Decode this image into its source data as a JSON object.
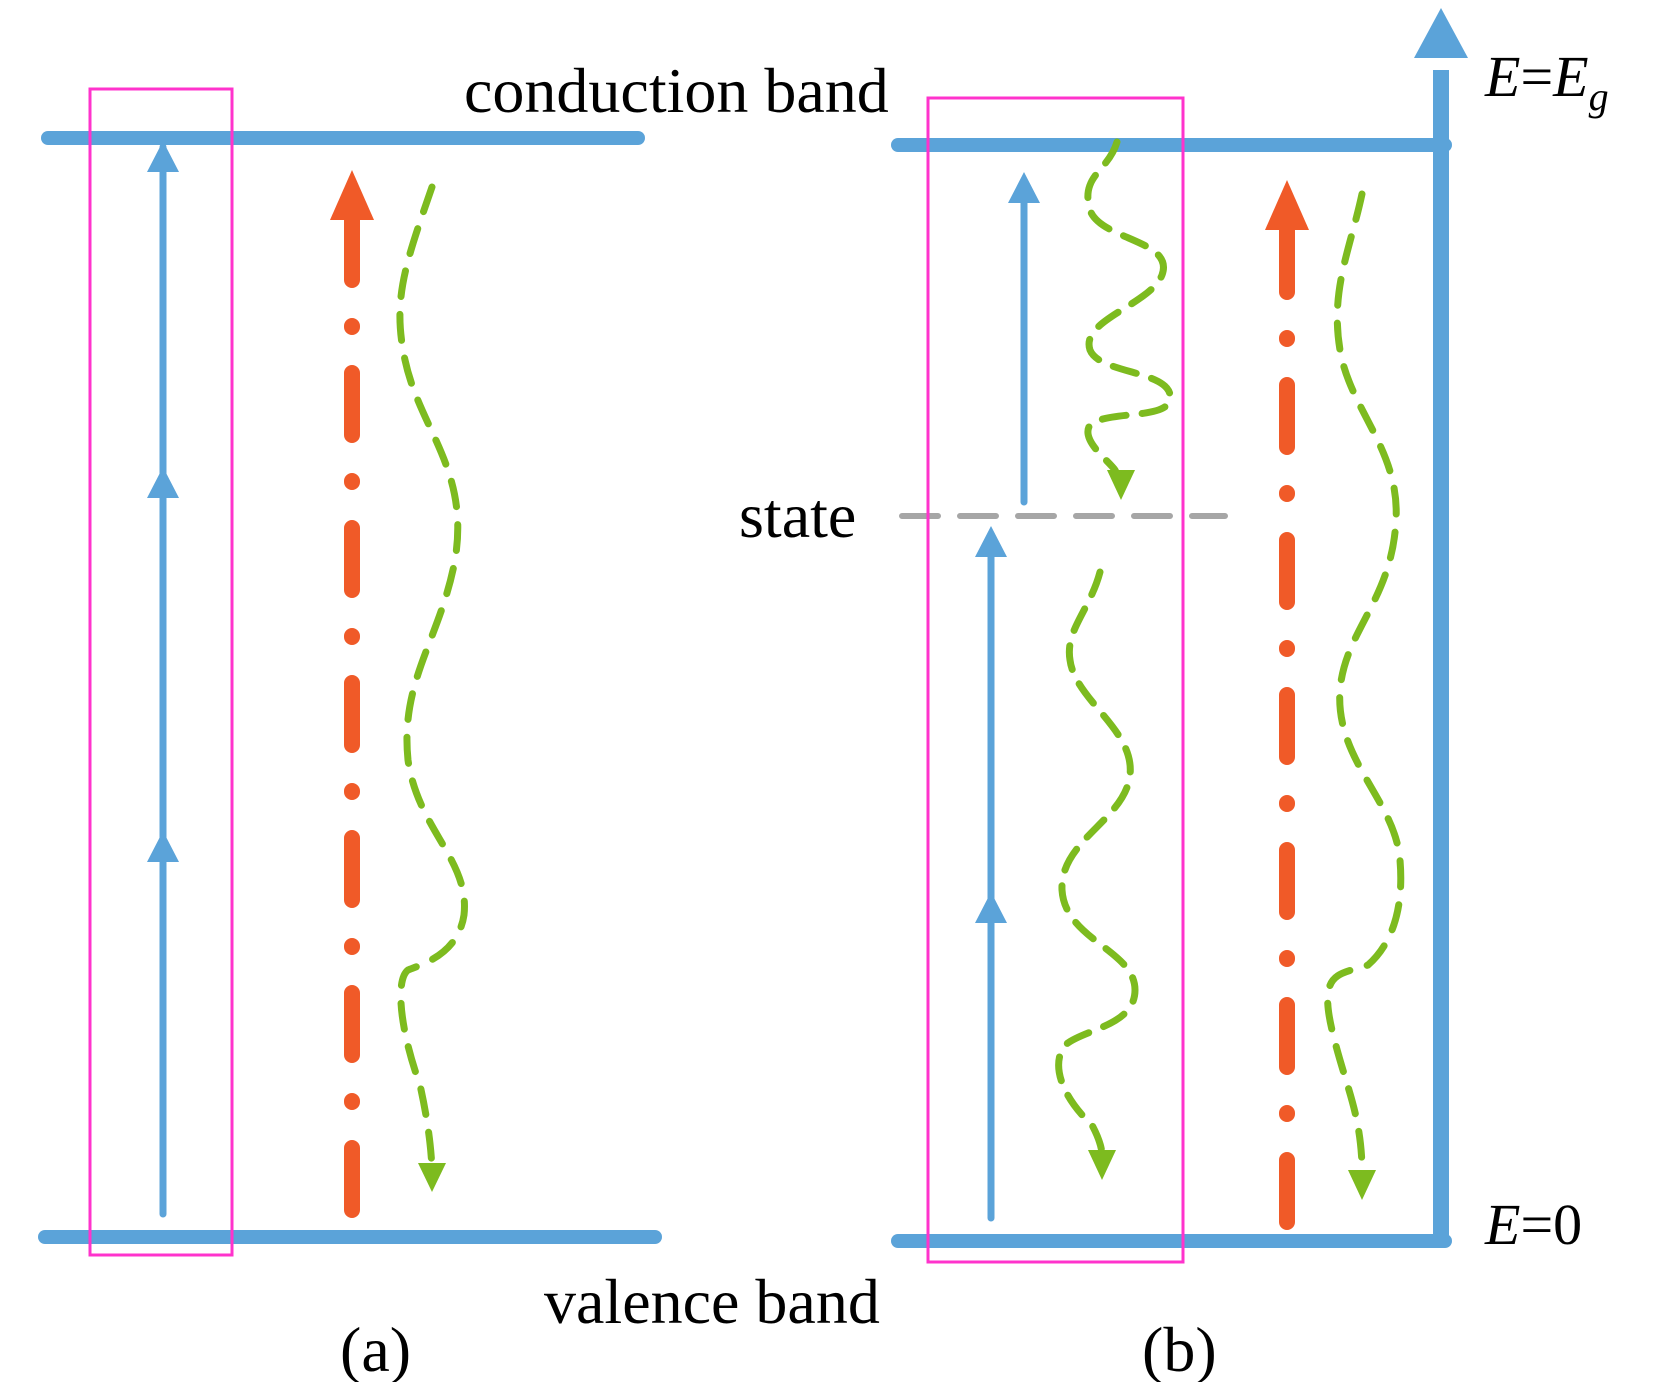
{
  "labels": {
    "conduction_band": "conduction band",
    "valence_band": "valence band",
    "state": "state",
    "panel_a": "(a)",
    "panel_b": "(b)",
    "energy_top_var": "E",
    "energy_top_eq": "=",
    "energy_top_val": "E",
    "energy_top_sub": "g",
    "energy_bottom_var": "E",
    "energy_bottom_eq": "=0"
  },
  "colors": {
    "band": "#5ba3d9",
    "absorption_arrow": "#5ba3d9",
    "emission_arrow": "#f05a28",
    "relaxation_arrow": "#7dbb1f",
    "highlight_box": "#ff33cc",
    "state_line": "#a6a6a6"
  },
  "icons": {
    "absorption": "solid-up-arrow",
    "emission": "dash-dot-up-arrow",
    "relaxation": "wavy-dashed-down-arrow",
    "energy_axis": "up-arrow"
  }
}
